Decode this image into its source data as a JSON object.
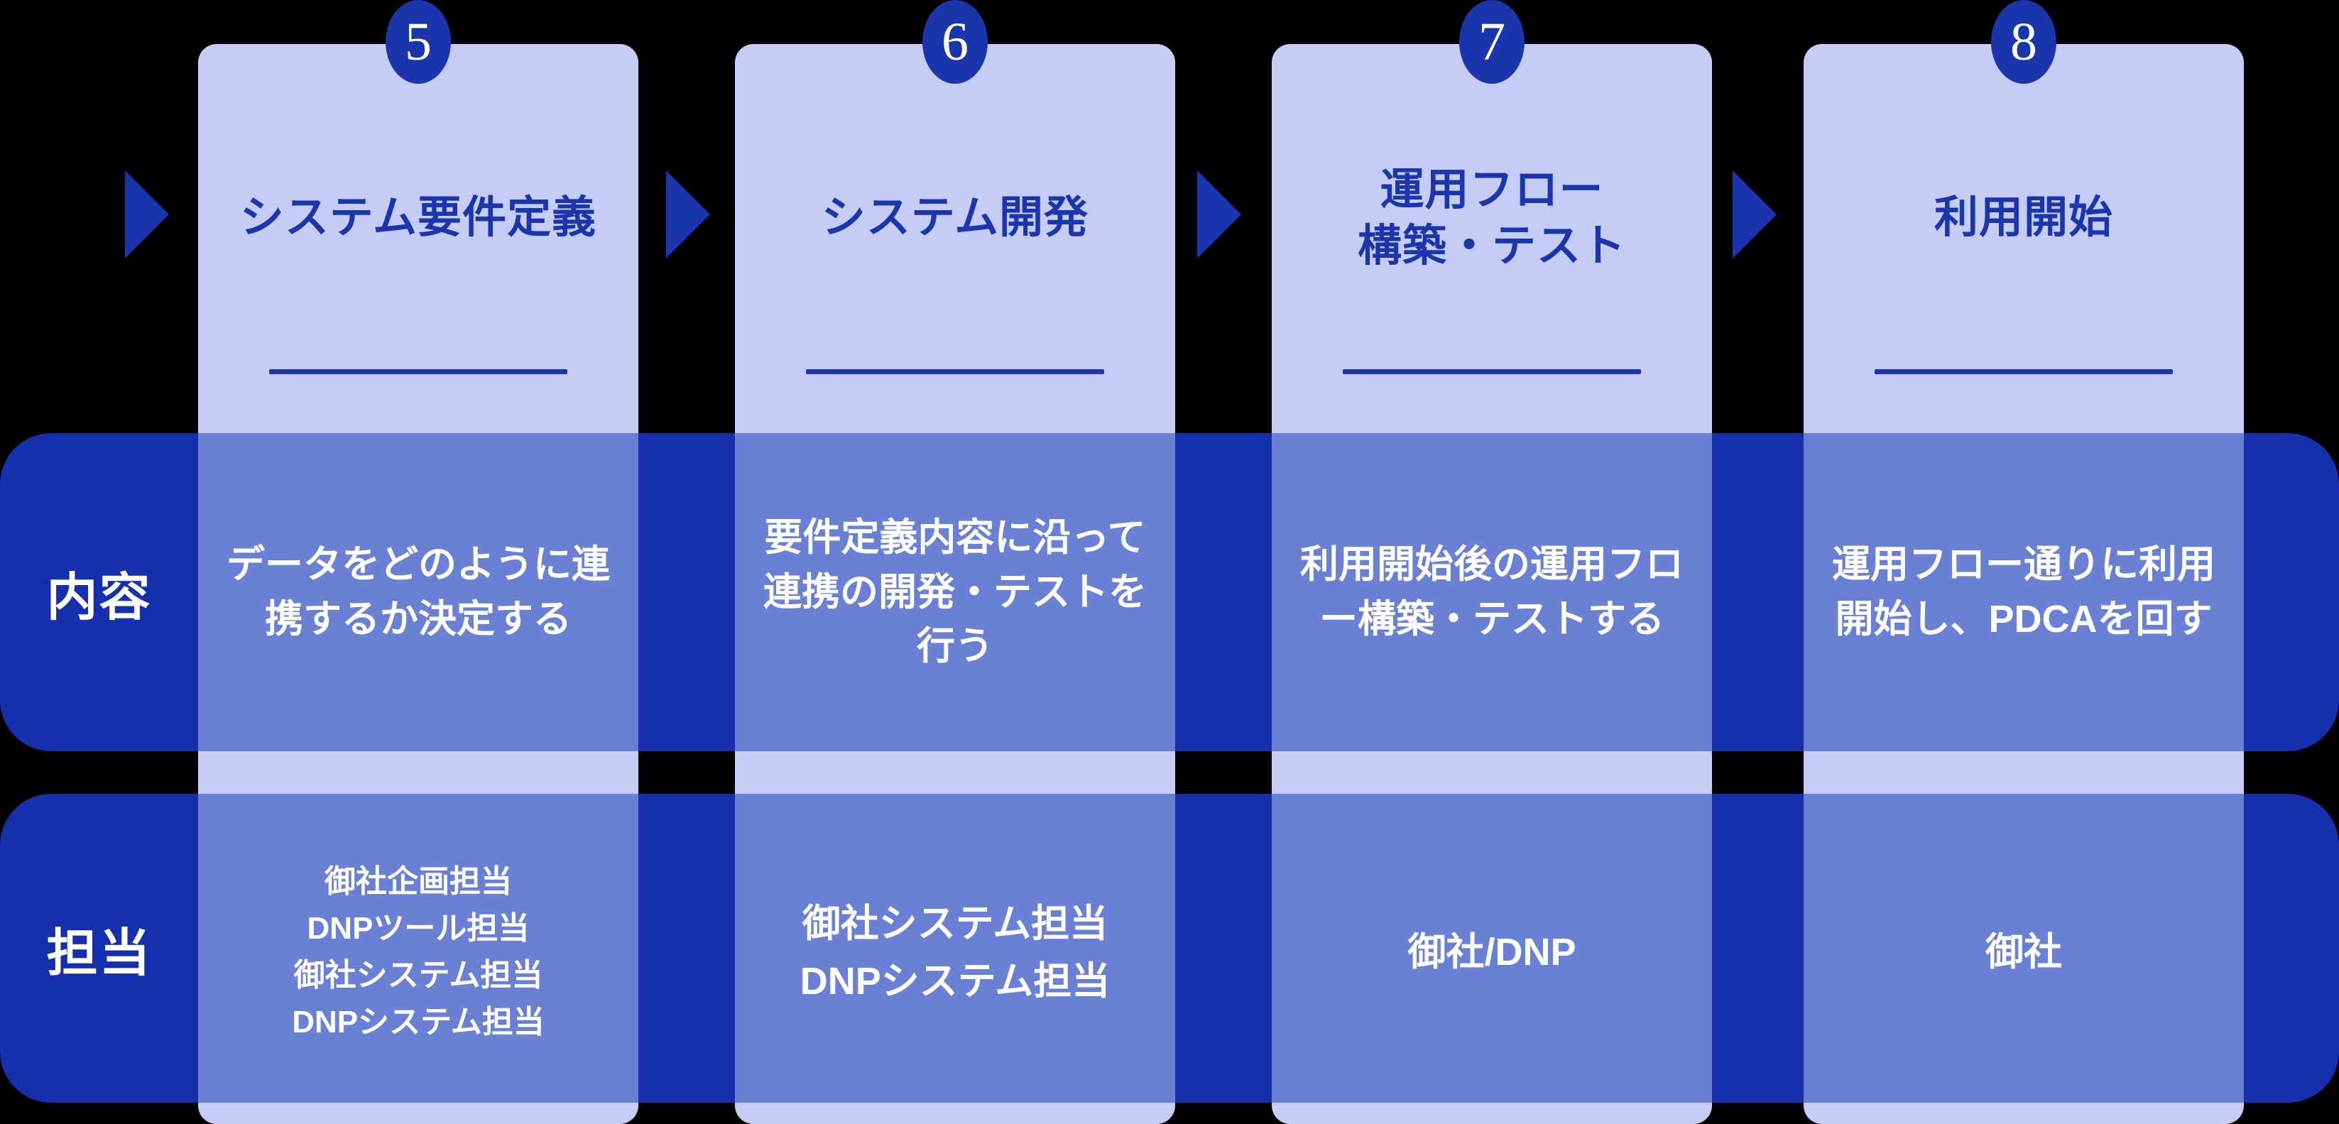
{
  "rows": {
    "content_label": "内容",
    "owner_label": "担当"
  },
  "colors": {
    "background": "#000000",
    "card": "#c5cdf7",
    "brand_dark": "#1b35ad",
    "band": "#1630ad",
    "cell": "#6a80d4",
    "text_on_dark": "#ffffff"
  },
  "steps": [
    {
      "number": "5",
      "title_lines": [
        "システム要件定義"
      ],
      "content": "データをどのように連携するか決定する",
      "owners": [
        "御社企画担当",
        "DNPツール担当",
        "御社システム担当",
        "DNPシステム担当"
      ],
      "owner_font_size": "44px"
    },
    {
      "number": "6",
      "title_lines": [
        "システム開発"
      ],
      "content": "要件定義内容に沿って連携の開発・テストを行う",
      "owners": [
        "御社システム担当",
        "DNPシステム担当"
      ],
      "owner_font_size": "54px"
    },
    {
      "number": "7",
      "title_lines": [
        "運用フロー",
        "構築・テスト"
      ],
      "content": "利用開始後の運用フロー構築・テストする",
      "owners": [
        "御社/DNP"
      ],
      "owner_font_size": "54px"
    },
    {
      "number": "8",
      "title_lines": [
        "利用開始"
      ],
      "content": "運用フロー通りに利用開始し、PDCAを回す",
      "owners": [
        "御社"
      ],
      "owner_font_size": "54px"
    }
  ]
}
